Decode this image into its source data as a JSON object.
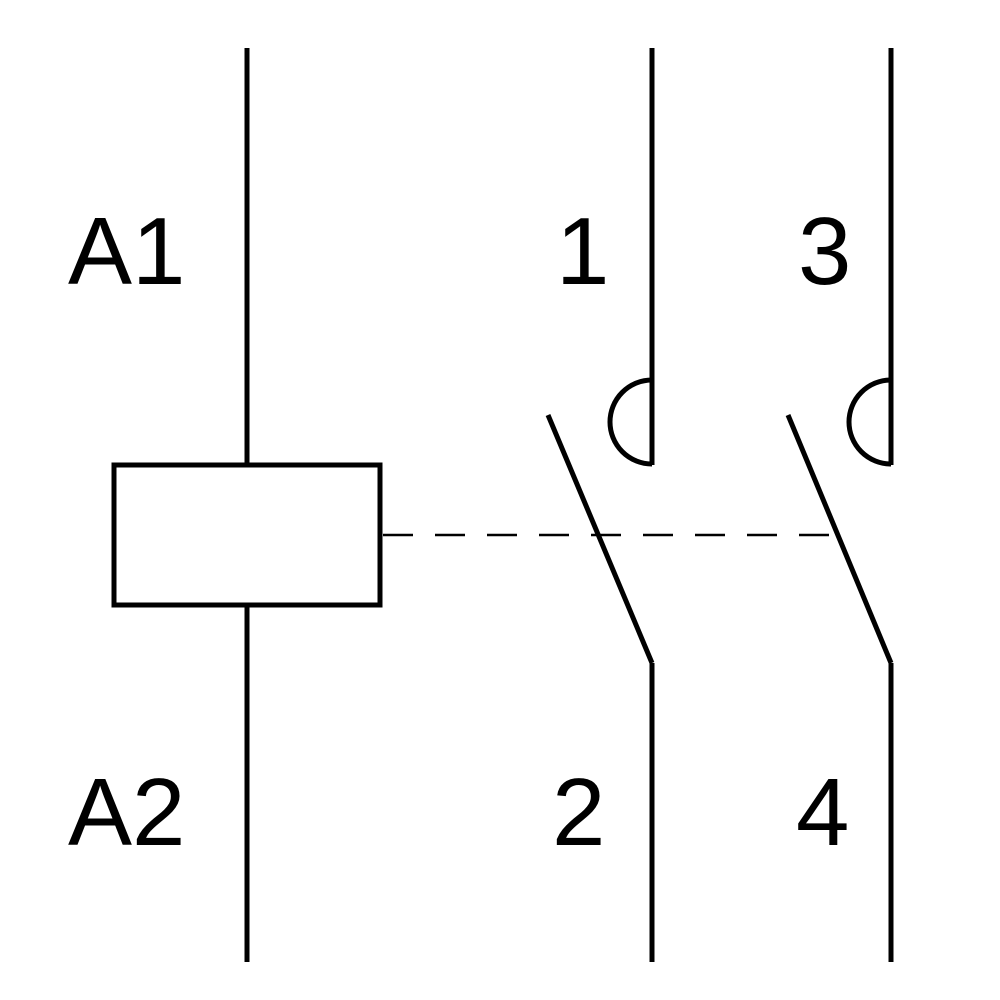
{
  "coil": {
    "terminal_top": "A1",
    "terminal_bottom": "A2"
  },
  "contacts": [
    {
      "terminal_top": "1",
      "terminal_bottom": "2"
    },
    {
      "terminal_top": "3",
      "terminal_bottom": "4"
    }
  ],
  "colors": {
    "line": "#000000",
    "background": "#ffffff"
  }
}
